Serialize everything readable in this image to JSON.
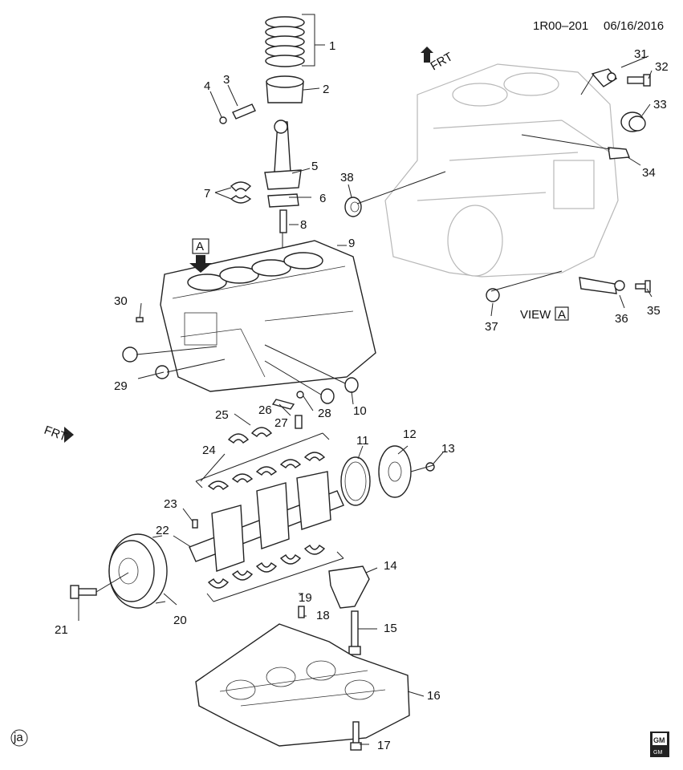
{
  "header": {
    "code": "1R00–201",
    "date": "06/16/2016"
  },
  "view": {
    "label": "VIEW",
    "letter": "A"
  },
  "block_marker": {
    "letter": "A"
  },
  "front_arrows": [
    "FRT",
    "FRT"
  ],
  "footer": {
    "stamp": "ja",
    "logo_top": "GM",
    "logo_bottom": "GM"
  },
  "callouts": [
    "1",
    "2",
    "3",
    "4",
    "5",
    "6",
    "7",
    "8",
    "9",
    "10",
    "11",
    "12",
    "13",
    "14",
    "15",
    "16",
    "17",
    "18",
    "19",
    "20",
    "21",
    "22",
    "23",
    "24",
    "25",
    "26",
    "27",
    "28",
    "29",
    "30",
    "31",
    "32",
    "33",
    "34",
    "35",
    "36",
    "37",
    "38"
  ]
}
